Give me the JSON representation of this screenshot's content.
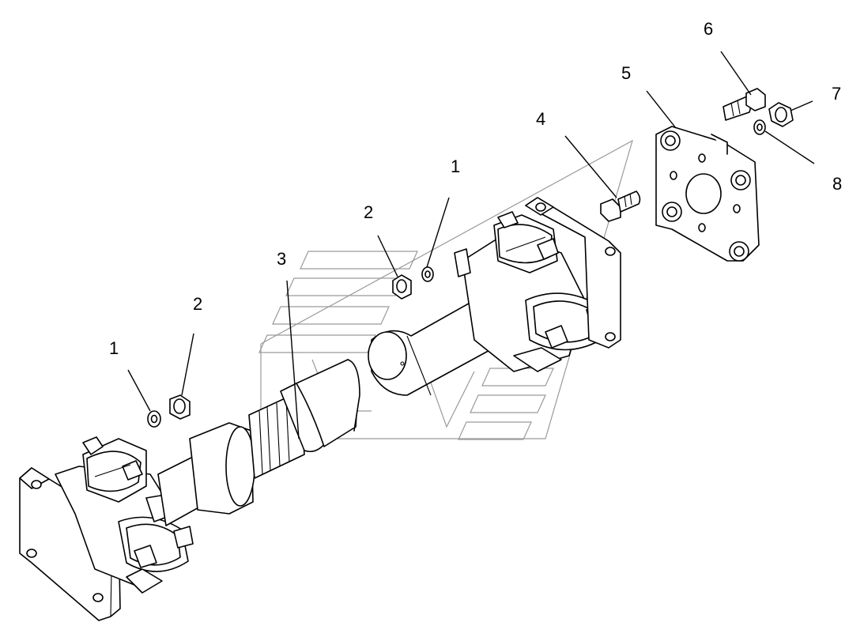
{
  "diagram": {
    "callouts": [
      {
        "id": "c1a",
        "label": "1"
      },
      {
        "id": "c2a",
        "label": "2"
      },
      {
        "id": "c3",
        "label": "3"
      },
      {
        "id": "c2b",
        "label": "2"
      },
      {
        "id": "c1b",
        "label": "1"
      },
      {
        "id": "c4",
        "label": "4"
      },
      {
        "id": "c5",
        "label": "5"
      },
      {
        "id": "c6",
        "label": "6"
      },
      {
        "id": "c7",
        "label": "7"
      },
      {
        "id": "c8",
        "label": "8"
      }
    ],
    "colors": {
      "line": "#000000",
      "watermark": "#9a9a9a",
      "background": "#ffffff"
    }
  }
}
